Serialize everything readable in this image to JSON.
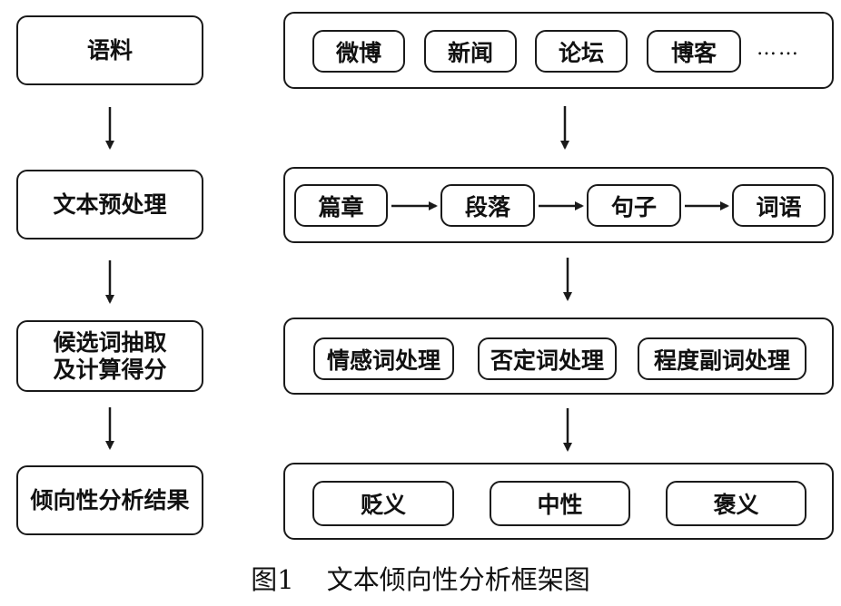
{
  "stages": [
    {
      "lines": [
        "语料"
      ]
    },
    {
      "lines": [
        "文本预处理"
      ]
    },
    {
      "lines": [
        "候选词抽取",
        "及计算得分"
      ]
    },
    {
      "lines": [
        "倾向性分析结果"
      ]
    }
  ],
  "rows": {
    "corpus": {
      "items": [
        "微博",
        "新闻",
        "论坛",
        "博客"
      ],
      "more": "……"
    },
    "preprocess": {
      "items": [
        "篇章",
        "段落",
        "句子",
        "词语"
      ]
    },
    "extraction": {
      "items": [
        "情感词处理",
        "否定词处理",
        "程度副词处理"
      ]
    },
    "result": {
      "items": [
        "贬义",
        "中性",
        "褒义"
      ]
    }
  },
  "caption": {
    "number": "图1",
    "title": "文本倾向性分析框架图"
  }
}
